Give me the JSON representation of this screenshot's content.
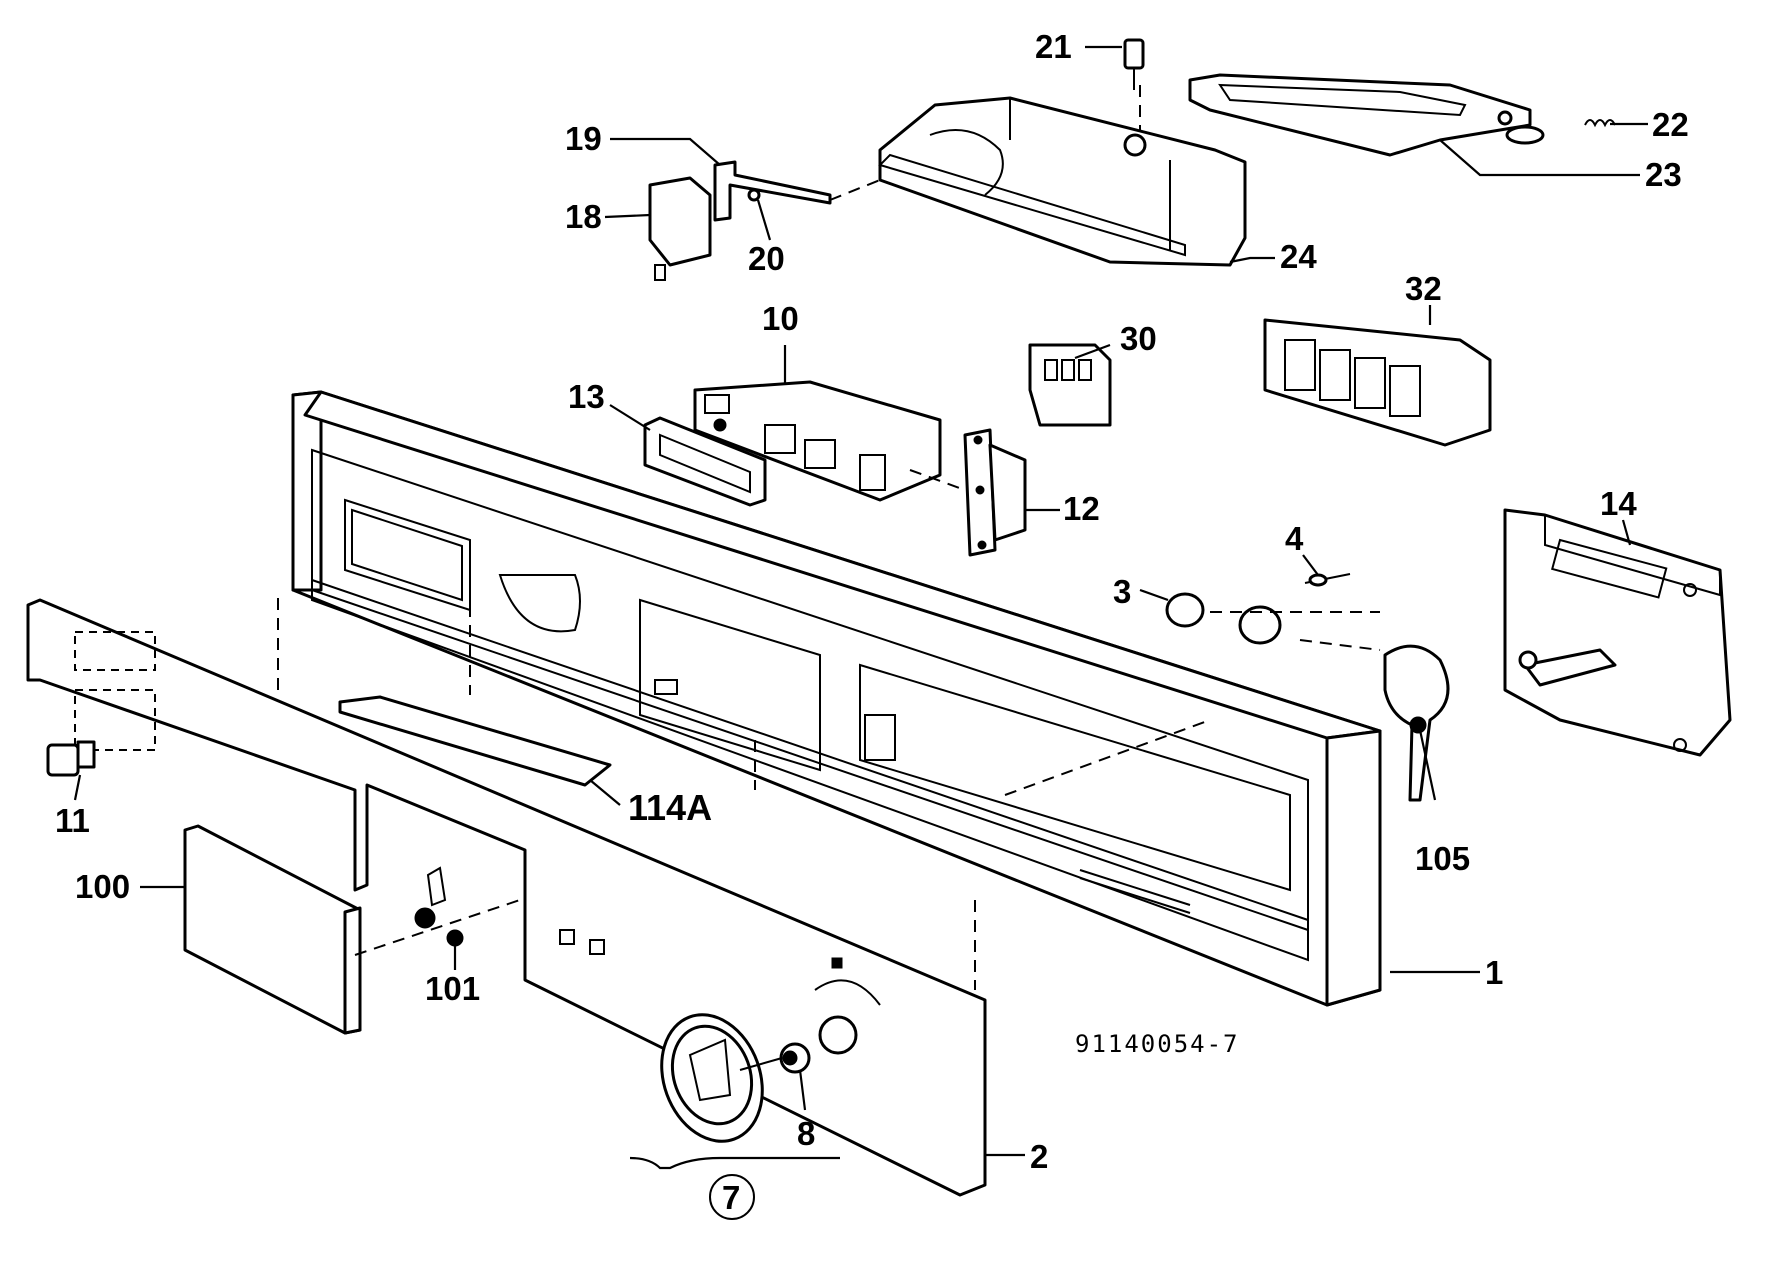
{
  "drawing_number": "91140054-7",
  "callouts": {
    "c1": "1",
    "c2": "2",
    "c3": "3",
    "c4": "4",
    "c7": "7",
    "c8": "8",
    "c10": "10",
    "c11": "11",
    "c12": "12",
    "c13": "13",
    "c14": "14",
    "c18": "18",
    "c19": "19",
    "c20": "20",
    "c21": "21",
    "c22": "22",
    "c23": "23",
    "c24": "24",
    "c30": "30",
    "c32": "32",
    "c100": "100",
    "c101": "101",
    "c105": "105",
    "c114A": "114A"
  }
}
